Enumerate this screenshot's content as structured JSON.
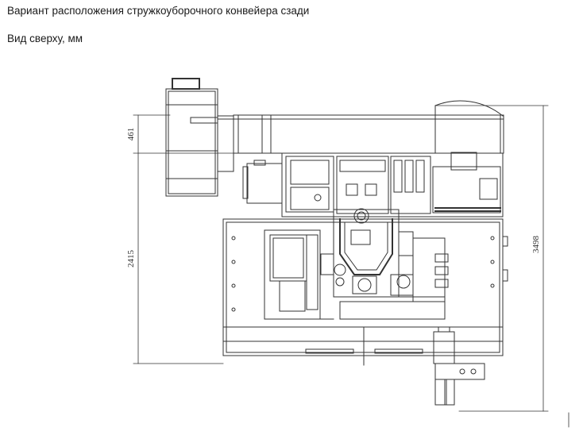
{
  "header": {
    "title": "Вариант расположения стружкоуборочного конвейера сзади",
    "subtitle": "Вид сверху, мм"
  },
  "dimensions": {
    "conveyor_offset": "461",
    "machine_depth": "2415",
    "overall_depth": "3498"
  },
  "colors": {
    "line": "#333333",
    "text": "#1a1a1a",
    "background": "#ffffff"
  }
}
